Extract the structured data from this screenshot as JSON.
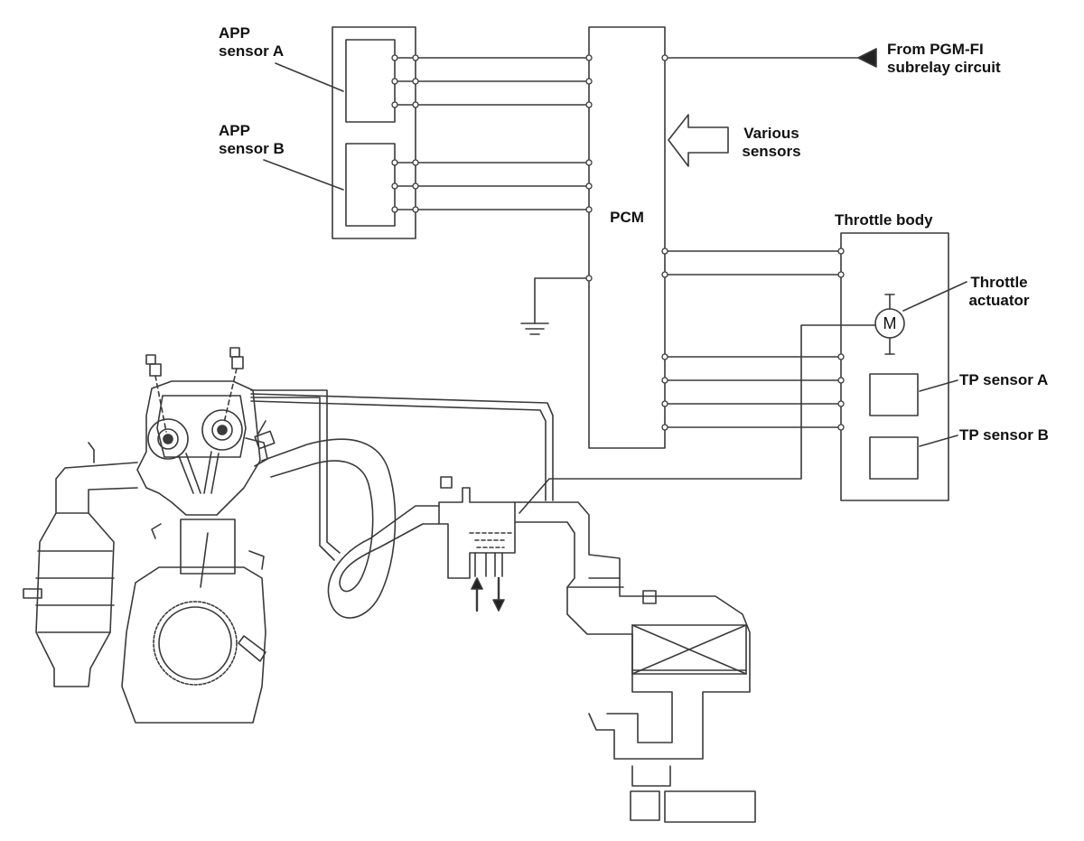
{
  "labels": {
    "app_sensor_a": "APP\nsensor A",
    "app_sensor_b": "APP\nsensor B",
    "pcm": "PCM",
    "from_pgm_fi": "From PGM-FI\nsubrelay circuit",
    "various_sensors": "Various\nsensors",
    "throttle_body": "Throttle body",
    "throttle_actuator": "Throttle\nactuator",
    "motor_symbol": "M",
    "tp_sensor_a": "TP sensor A",
    "tp_sensor_b": "TP sensor B"
  },
  "colors": {
    "line": "#3a3a3a",
    "node_fill": "#ffffff",
    "arrow_fill": "#222222",
    "text": "#111111"
  },
  "icons": {
    "ground": "ground-icon",
    "motor": "motor-icon",
    "input_arrow": "hollow-arrow-icon",
    "source_arrow": "triangle-arrow-icon"
  }
}
